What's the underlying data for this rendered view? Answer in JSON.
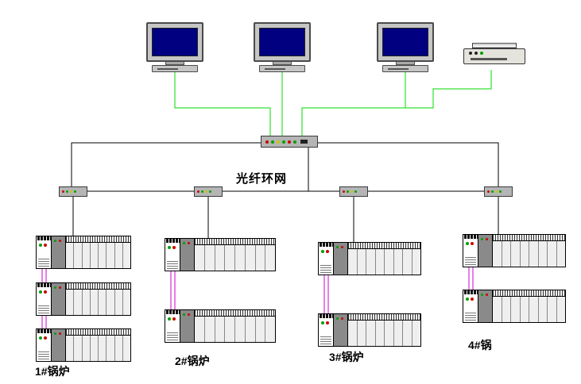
{
  "diagram": {
    "network_label": "光纤环网",
    "stations": [
      {
        "label": "1#锅炉",
        "rack_count": 3
      },
      {
        "label": "2#锅炉",
        "rack_count": 2
      },
      {
        "label": "3#锅炉",
        "rack_count": 2
      },
      {
        "label": "4#锅",
        "rack_count": 2
      }
    ],
    "devices": {
      "workstations": [
        "workstation-1",
        "workstation-2",
        "workstation-3"
      ],
      "printer": "printer",
      "switch": "fiber-switch",
      "ring_nodes": [
        "ring-node-1",
        "ring-node-2",
        "ring-node-3",
        "ring-node-4"
      ]
    },
    "colors": {
      "workstation_link": "#00dd00",
      "ring_link": "#000000",
      "station_link": "#cc00cc",
      "monitor_screen": "#000080"
    }
  }
}
